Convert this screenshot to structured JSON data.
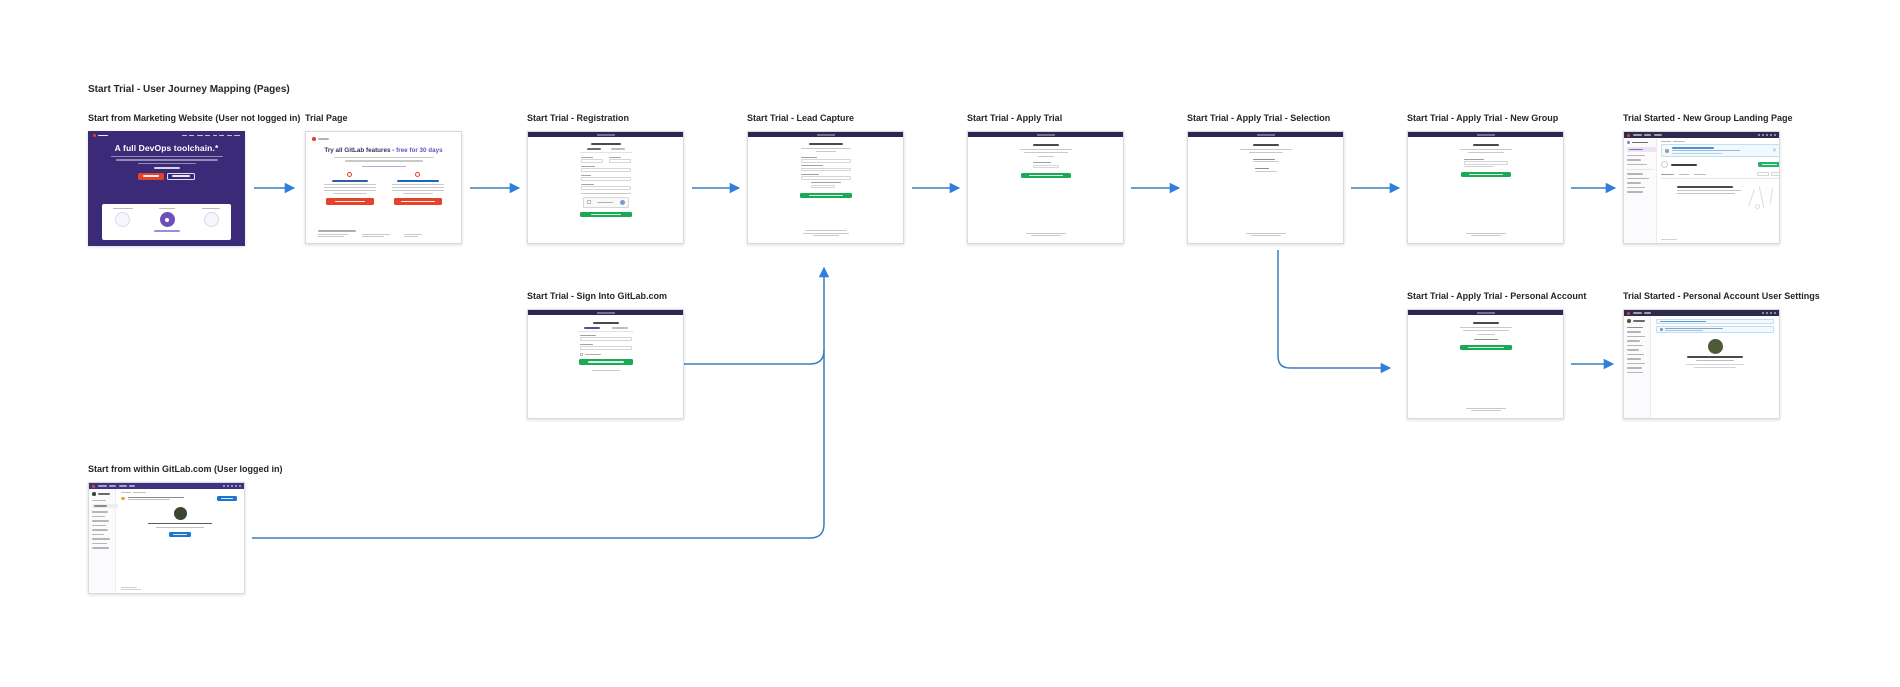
{
  "page": {
    "title": "Start Trial - User Journey Mapping (Pages)"
  },
  "nodes": {
    "marketing": {
      "label": "Start from Marketing Website (User not logged in)"
    },
    "trial_page": {
      "label": "Trial Page"
    },
    "registration": {
      "label": "Start Trial - Registration"
    },
    "lead_capture": {
      "label": "Start Trial - Lead Capture"
    },
    "apply_trial": {
      "label": "Start Trial - Apply Trial"
    },
    "apply_selection": {
      "label": "Start Trial - Apply Trial - Selection"
    },
    "apply_new_group": {
      "label": "Start Trial - Apply Trial - New Group"
    },
    "new_group_landing": {
      "label": "Trial Started - New Group Landing Page"
    },
    "sign_in": {
      "label": "Start Trial - Sign Into GitLab.com"
    },
    "apply_personal": {
      "label": "Start Trial - Apply Trial - Personal Account"
    },
    "personal_settings": {
      "label": "Trial Started - Personal Account User Settings"
    },
    "logged_in": {
      "label": "Start from within GitLab.com (User logged in)"
    }
  },
  "thumbnails": {
    "marketing": {
      "headline": "A full DevOps toolchain.*"
    },
    "trial_page": {
      "headline_prefix": "Try all GitLab features -",
      "headline_highlight": "free for 30 days"
    }
  },
  "colors": {
    "connector_blue": "#2e7de0",
    "gitlab_purple_dark": "#2d2a4e",
    "gitlab_marketing_purple": "#3b2a78",
    "gitlab_orange": "#e24329",
    "gitlab_green": "#1aaa55",
    "gitlab_link_purple": "#6b4fbb",
    "gitlab_blue": "#1f75cb"
  }
}
